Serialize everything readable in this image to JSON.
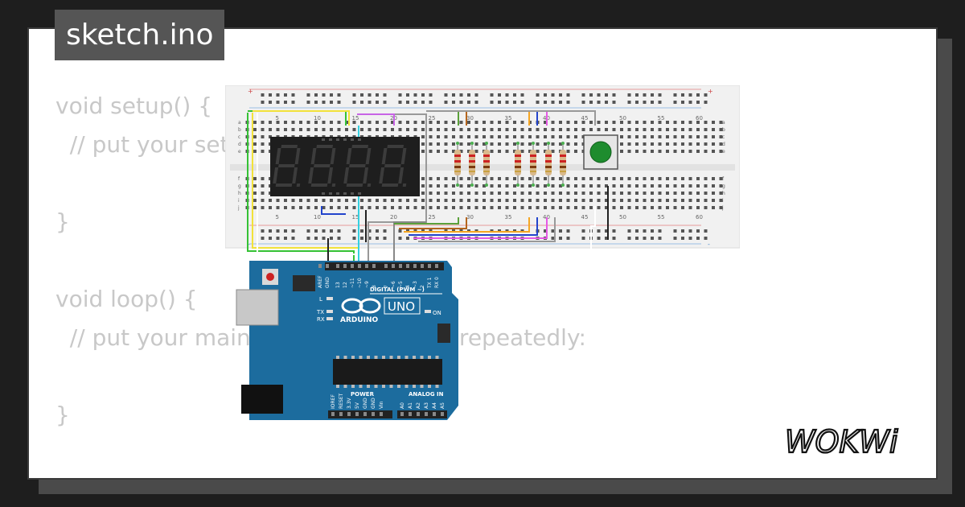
{
  "tab": {
    "title": "sketch.ino"
  },
  "code": {
    "lines": [
      "void setup() {",
      "  // put your setup code here, to run once:",
      "",
      "}",
      "",
      "void loop() {",
      "  // put your main code here, to run repeatedly:",
      "",
      "}"
    ]
  },
  "breadboard": {
    "column_numbers": [
      "5",
      "10",
      "15",
      "20",
      "25",
      "30",
      "35",
      "40",
      "45",
      "50",
      "55",
      "60"
    ],
    "row_letters_top": [
      "a",
      "b",
      "c",
      "d",
      "e"
    ],
    "row_letters_bottom": [
      "f",
      "g",
      "h",
      "i",
      "j"
    ],
    "rail_plus": "+",
    "rail_minus": "-"
  },
  "arduino": {
    "brand": "ARDUINO",
    "model": "UNO",
    "digital_label": "DIGITAL (PWM ~)",
    "power_label": "POWER",
    "analog_label": "ANALOG IN",
    "on_label": "ON",
    "led_l": "L",
    "led_tx": "TX",
    "led_rx": "RX",
    "top_pins": [
      "AREF",
      "GND",
      "13",
      "12",
      "~11",
      "~10",
      "~9",
      "8",
      "7",
      "~6",
      "~5",
      "4",
      "~3",
      "2",
      "TX 1",
      "RX 0"
    ],
    "power_pins": [
      "IOREF",
      "RESET",
      "3.3V",
      "5V",
      "GND",
      "GND",
      "Vin"
    ],
    "analog_pins": [
      "A0",
      "A1",
      "A2",
      "A3",
      "A4",
      "A5"
    ]
  },
  "logo": {
    "text": "WOKWi"
  },
  "colors": {
    "background": "#1e1e1e",
    "arduino_blue": "#1c6c9e",
    "display_body": "#1e1e1e",
    "button_green": "#1e8c2e",
    "breadboard": "#f1f1f1"
  }
}
